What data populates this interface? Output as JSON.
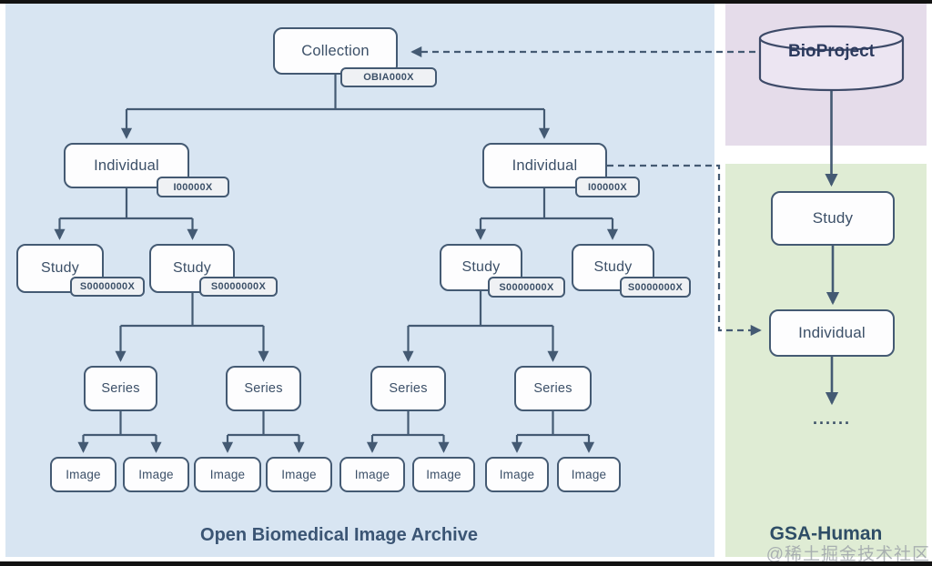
{
  "colors": {
    "obia_panel_bg": "#d8e5f2",
    "bioproject_panel_bg": "#e5dcea",
    "gsa_panel_bg": "#dfecd4",
    "node_fill": "#fdfdfe",
    "accession_tag_fill": "#eff1f4",
    "line_and_border": "#445a73",
    "text": "#3c5068",
    "cylinder_fill": "#ece5f2"
  },
  "obia": {
    "title": "Open Biomedical Image Archive",
    "collection": {
      "label": "Collection",
      "accession": "OBIA000X"
    },
    "individuals": [
      {
        "label": "Individual",
        "accession": "I00000X"
      },
      {
        "label": "Individual",
        "accession": "I00000X"
      }
    ],
    "studies": [
      {
        "label": "Study",
        "accession": "S0000000X"
      },
      {
        "label": "Study",
        "accession": "S0000000X"
      },
      {
        "label": "Study",
        "accession": "S0000000X"
      },
      {
        "label": "Study",
        "accession": "S0000000X"
      }
    ],
    "series": [
      {
        "label": "Series"
      },
      {
        "label": "Series"
      },
      {
        "label": "Series"
      },
      {
        "label": "Series"
      }
    ],
    "images": [
      {
        "label": "Image"
      },
      {
        "label": "Image"
      },
      {
        "label": "Image"
      },
      {
        "label": "Image"
      },
      {
        "label": "Image"
      },
      {
        "label": "Image"
      },
      {
        "label": "Image"
      },
      {
        "label": "Image"
      }
    ]
  },
  "gsa": {
    "title": "GSA-Human",
    "bioproject": {
      "label": "BioProject"
    },
    "study": {
      "label": "Study"
    },
    "individual": {
      "label": "Individual"
    },
    "ellipsis": "......"
  },
  "watermark": "@稀土掘金技术社区"
}
